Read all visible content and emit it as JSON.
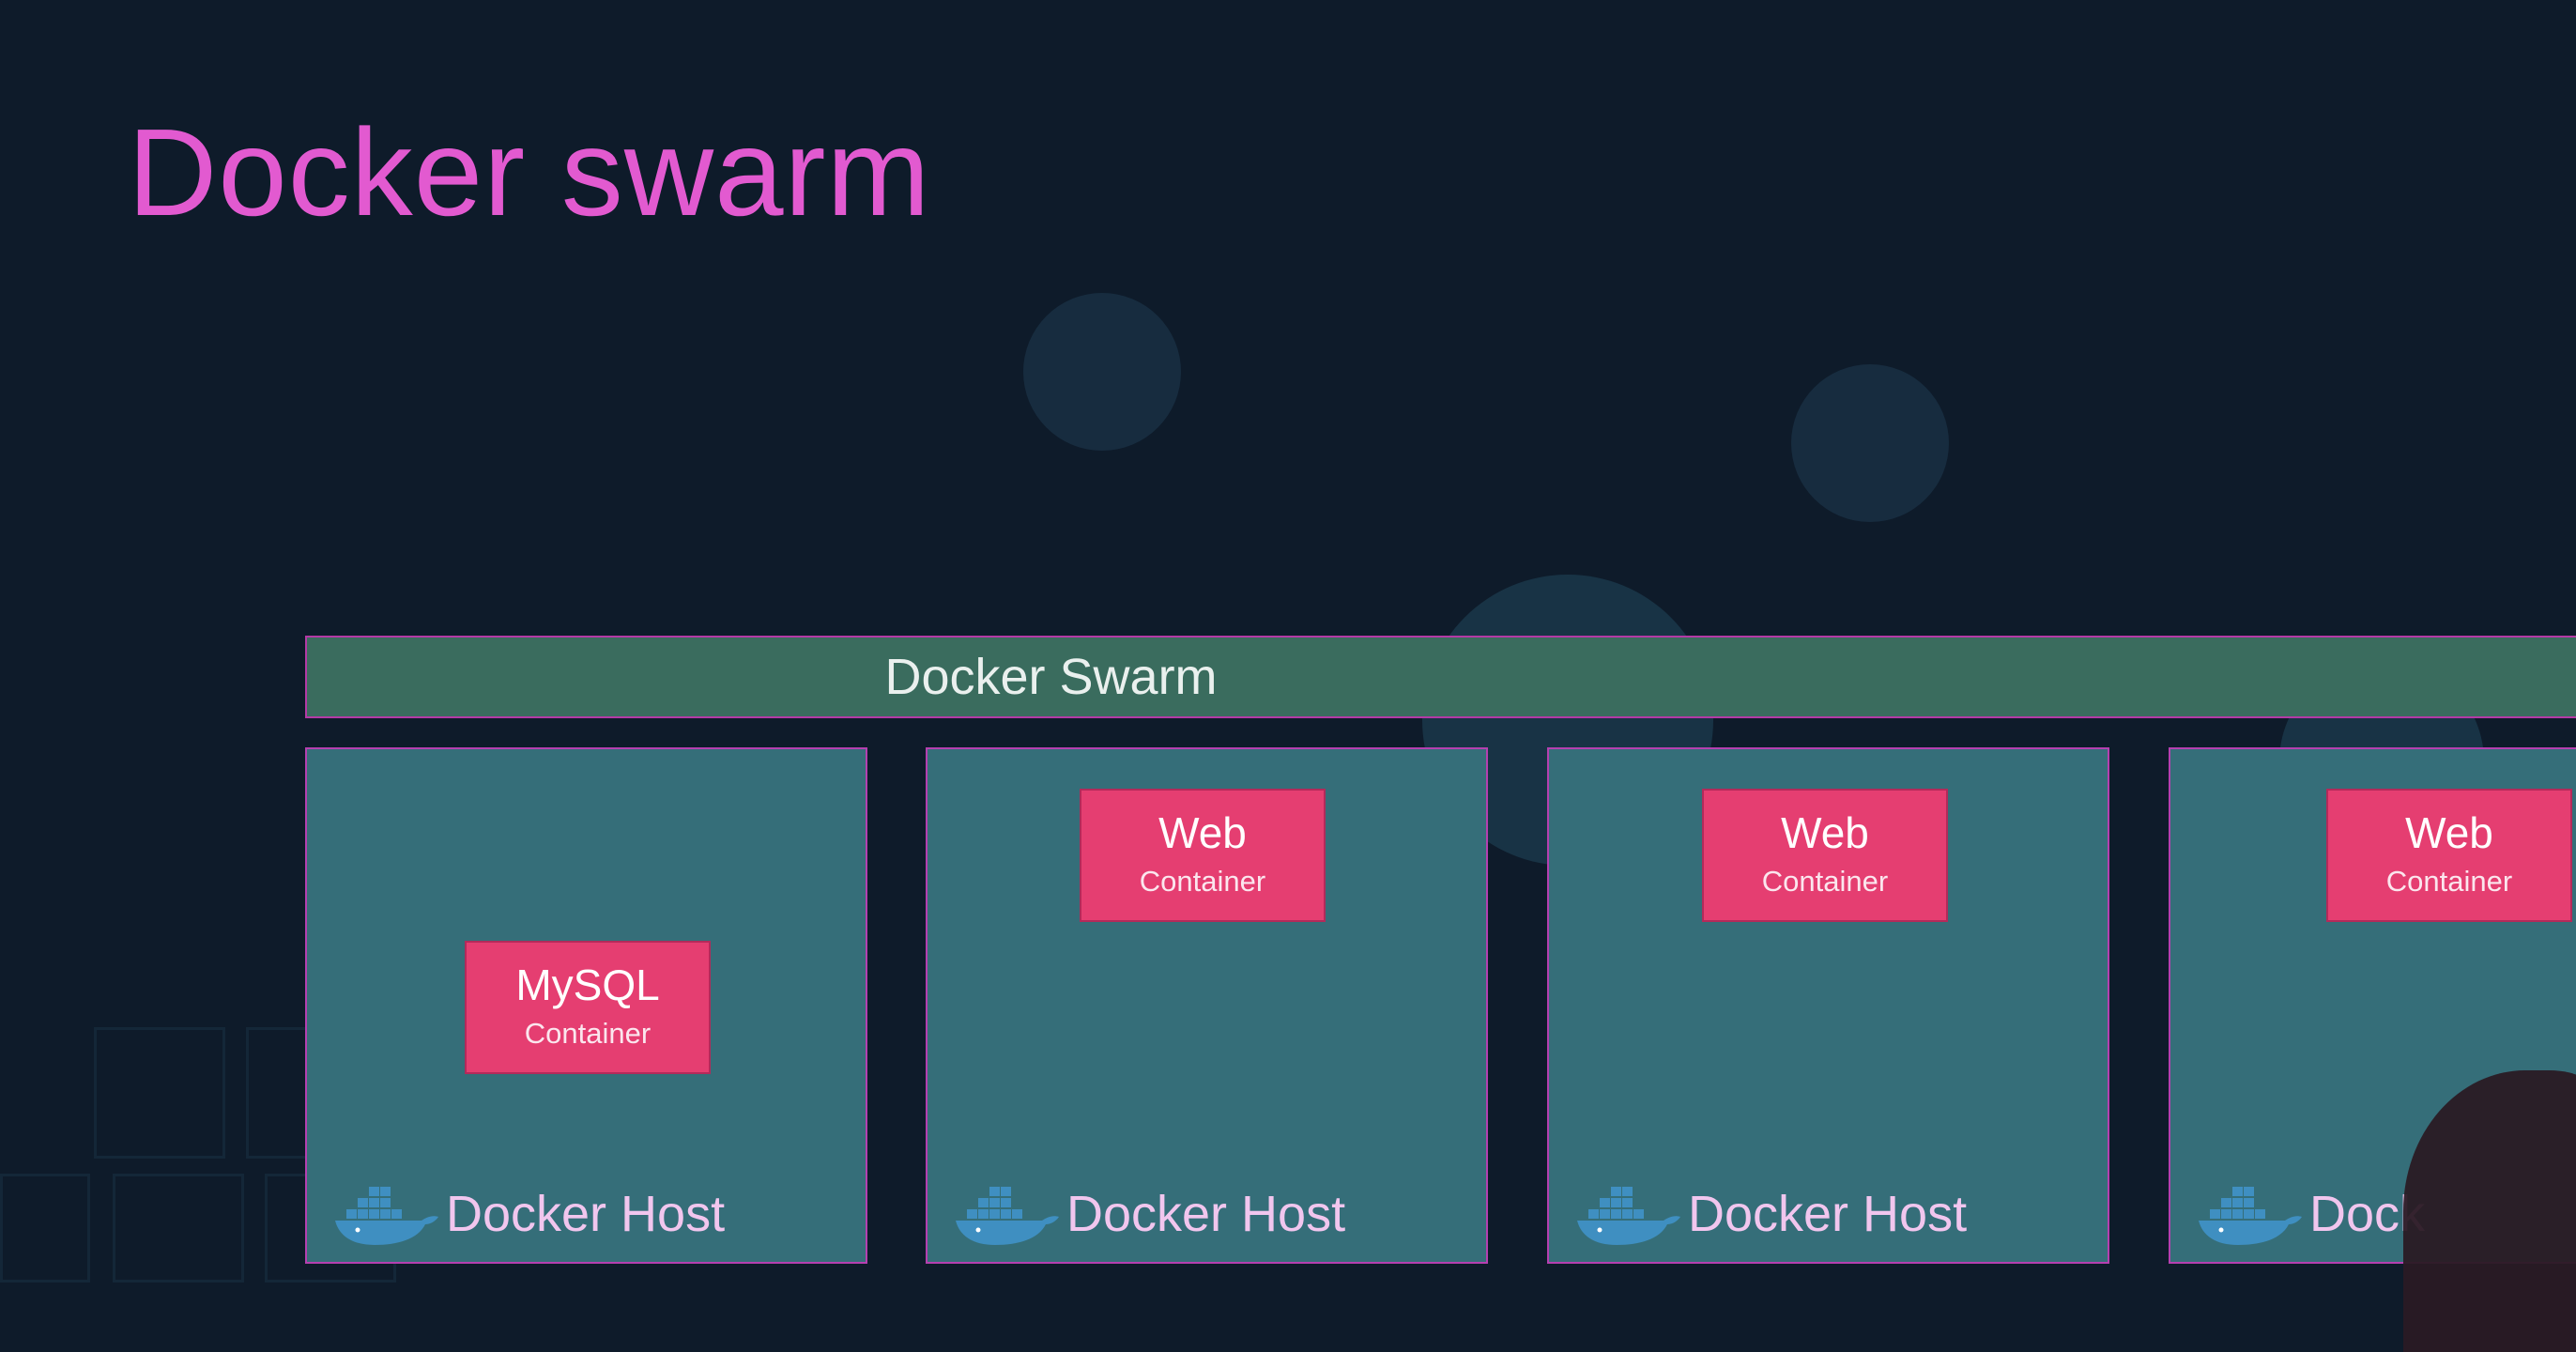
{
  "title": "Docker swarm",
  "swarm": {
    "label": "Docker Swarm"
  },
  "hosts": [
    {
      "label": "Docker Host",
      "container": {
        "name": "MySQL",
        "type": "Container"
      }
    },
    {
      "label": "Docker Host",
      "container": {
        "name": "Web",
        "type": "Container"
      }
    },
    {
      "label": "Docker Host",
      "container": {
        "name": "Web",
        "type": "Container"
      }
    },
    {
      "label": "Dock",
      "container": {
        "name": "Web",
        "type": "Container"
      }
    }
  ],
  "colors": {
    "background": "#0e1b2a",
    "title": "#e25ad0",
    "swarm_bar": "#3a6c5e",
    "host_box": "#356e79",
    "container": "#e53e71",
    "border": "#b540b0"
  }
}
